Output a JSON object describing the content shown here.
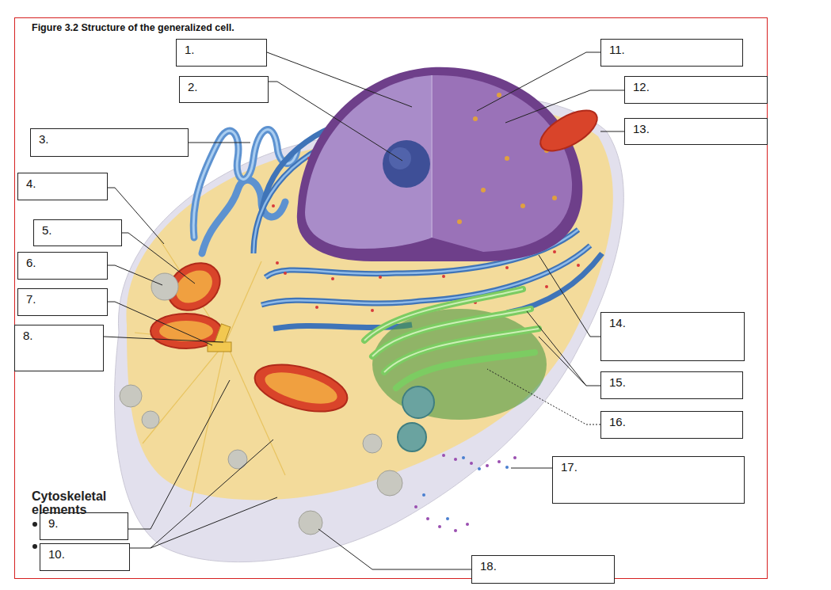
{
  "diagram": {
    "title": "Figure 3.2 Structure of the generalized cell.",
    "nodes": [
      {
        "text": [
          "1."
        ]
      },
      {
        "text": [
          "2."
        ]
      },
      {
        "text": [
          "3."
        ]
      },
      {
        "text": [
          "4."
        ]
      },
      {
        "text": [
          "5."
        ]
      },
      {
        "text": [
          "6."
        ]
      },
      {
        "text": [
          "7."
        ]
      },
      {
        "text": [
          "8."
        ]
      },
      {
        "text": [
          "9."
        ]
      },
      {
        "text": [
          "10."
        ]
      },
      {
        "text": [
          "11."
        ]
      },
      {
        "text": [
          "12."
        ]
      },
      {
        "text": [
          "13."
        ]
      },
      {
        "text": [
          "14."
        ]
      },
      {
        "text": [
          "15."
        ]
      },
      {
        "text": [
          "16."
        ]
      },
      {
        "text": [
          "17."
        ]
      },
      {
        "text": [
          "18."
        ]
      }
    ],
    "labels": [
      "Cytoskeletal elements"
    ]
  }
}
